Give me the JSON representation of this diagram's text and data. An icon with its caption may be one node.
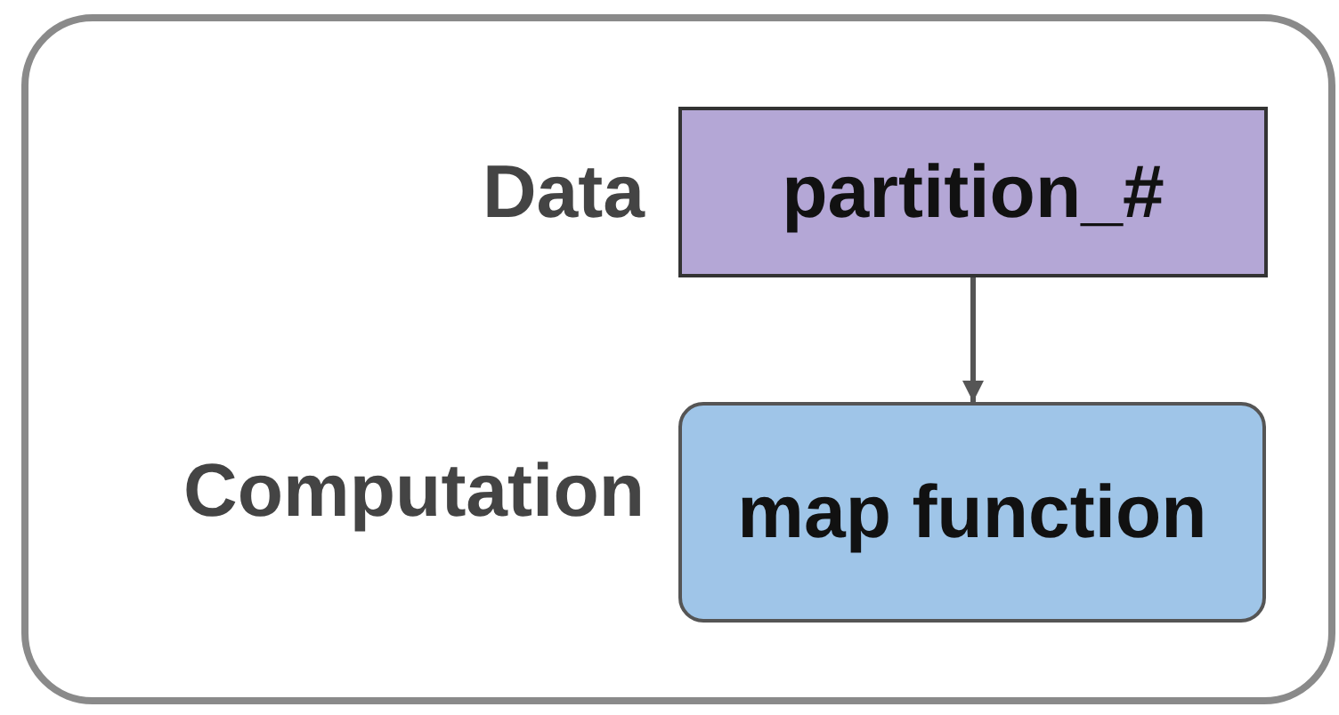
{
  "diagram": {
    "nodes": [
      {
        "text": [],
        "shape": "box"
      },
      {
        "text": [
          "partition_#"
        ],
        "beside": [
          "Data"
        ],
        "in": 0
      },
      {
        "text": [
          "map function"
        ],
        "beside": [
          "Computation"
        ],
        "in": 0
      }
    ],
    "edges": [
      {
        "from": 1,
        "to": 2,
        "arrow": "to"
      }
    ]
  }
}
